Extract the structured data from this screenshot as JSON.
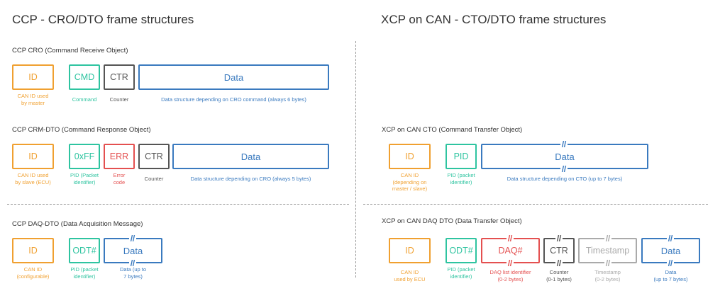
{
  "titles": {
    "left": "CCP - CRO/DTO frame structures",
    "right": "XCP on CAN - CTO/DTO frame structures"
  },
  "ccp_cro": {
    "heading": "CCP CRO (Command Receive Object)",
    "fields": [
      {
        "label": "ID",
        "caption": "CAN ID used\nby master"
      },
      {
        "label": "CMD",
        "caption": "Command"
      },
      {
        "label": "CTR",
        "caption": "Counter"
      },
      {
        "label": "Data",
        "caption": "Data structure depending on CRO command (always 6 bytes)"
      }
    ]
  },
  "ccp_crm": {
    "heading": "CCP CRM-DTO (Command Response Object)",
    "fields": [
      {
        "label": "ID",
        "caption": "CAN ID used\nby slave (ECU)"
      },
      {
        "label": "0xFF",
        "caption": "PID (Packet\nidentifier)"
      },
      {
        "label": "ERR",
        "caption": "Error\ncode"
      },
      {
        "label": "CTR",
        "caption": "Counter"
      },
      {
        "label": "Data",
        "caption": "Data structure depending on CRO (always 5 bytes)"
      }
    ]
  },
  "ccp_daq": {
    "heading": "CCP DAQ-DTO (Data Acquisition Message)",
    "fields": [
      {
        "label": "ID",
        "caption": "CAN ID\n(configurable)"
      },
      {
        "label": "ODT#",
        "caption": "PID (packet\nidentifier)"
      },
      {
        "label": "Data",
        "caption": "Data (up to\n7 bytes)"
      }
    ]
  },
  "xcp_cto": {
    "heading": "XCP on CAN CTO (Command Transfer Object)",
    "fields": [
      {
        "label": "ID",
        "caption": "CAN ID\n(depending on\nmaster / slave)"
      },
      {
        "label": "PID",
        "caption": "PID (packet\nidentifier)"
      },
      {
        "label": "Data",
        "caption": "Data structure depending on CTO (up to 7 bytes)"
      }
    ]
  },
  "xcp_daq": {
    "heading": "XCP on CAN DAQ DTO (Data Transfer Object)",
    "fields": [
      {
        "label": "ID",
        "caption": "CAN ID\nused by ECU"
      },
      {
        "label": "ODT#",
        "caption": "PID (packet\nidentifier)"
      },
      {
        "label": "DAQ#",
        "caption": "DAQ list identifier\n(0-2 bytes)"
      },
      {
        "label": "CTR",
        "caption": "Counter\n(0-1 bytes)"
      },
      {
        "label": "Timestamp",
        "caption": "Timestamp\n(0-2 bytes)"
      },
      {
        "label": "Data",
        "caption": "Data\n(up to 7 bytes)"
      }
    ]
  },
  "colors": {
    "id": "#f0a030",
    "pid": "#2ec4a0",
    "counter": "#555555",
    "error": "#e45050",
    "data": "#3a7abf",
    "timestamp": "#aaaaaa"
  }
}
